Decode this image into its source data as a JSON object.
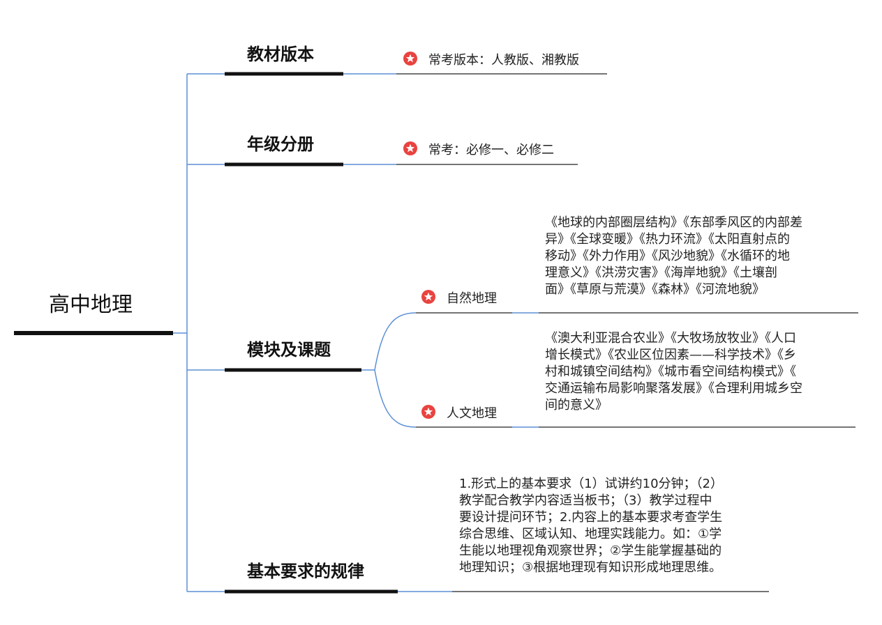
{
  "colors": {
    "connector": "#5b8fd6",
    "underline_dark": "#111111",
    "leaf_line": "#222222",
    "star_fill": "#e9433f"
  },
  "root": {
    "title": "高中地理"
  },
  "branches": [
    {
      "title": "教材版本",
      "items": [
        {
          "marker": "star-icon",
          "text": "常考版本：人教版、湘教版"
        }
      ]
    },
    {
      "title": "年级分册",
      "items": [
        {
          "marker": "star-icon",
          "text": "常考：必修一、必修二"
        }
      ]
    },
    {
      "title": "模块及课题",
      "items": [
        {
          "marker": "star-icon",
          "text": "自然地理",
          "detail_lines": [
            "《地球的内部圈层结构》《东部季风区的内部差",
            "异》《全球变暖》《热力环流》《太阳直射点的",
            "移动》《外力作用》《风沙地貌》《水循环的地",
            "理意义》《洪涝灾害》《海岸地貌》《土壤剖",
            "面》《草原与荒漠》《森林》《河流地貌》"
          ]
        },
        {
          "marker": "star-icon",
          "text": "人文地理",
          "detail_lines": [
            "《澳大利亚混合农业》《大牧场放牧业》《人口",
            "增长模式》《农业区位因素——科学技术》《乡",
            "村和城镇空间结构》《城市看空间结构模式》《",
            "交通运输布局影响聚落发展》《合理利用城乡空",
            "间的意义》"
          ]
        }
      ]
    },
    {
      "title": "基本要求的规律",
      "detail_lines": [
        "1.形式上的基本要求（1）试讲约10分钟；（2）",
        "教学配合教学内容适当板书；（3）教学过程中",
        "要设计提问环节；2.内容上的基本要求考查学生",
        "综合思维、区域认知、地理实践能力。如：①学",
        "生能以地理视角观察世界；②学生能掌握基础的",
        "地理知识；③根据地理现有知识形成地理思维。"
      ]
    }
  ]
}
